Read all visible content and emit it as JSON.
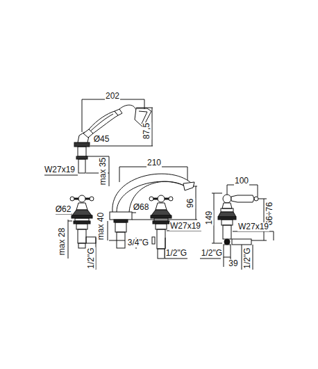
{
  "diagram": {
    "labels": [
      "202",
      "87,5",
      "Ø45",
      "W27x19",
      "max 35",
      "210",
      "100",
      "96",
      "66÷76",
      "149",
      "Ø62",
      "Ø68",
      "W27x19",
      "W27x19",
      "max 40",
      "max 28",
      "3/4\"G",
      "1/2\"G",
      "1/2\"G",
      "39",
      "1/2\"G",
      "1/2\"G"
    ]
  }
}
